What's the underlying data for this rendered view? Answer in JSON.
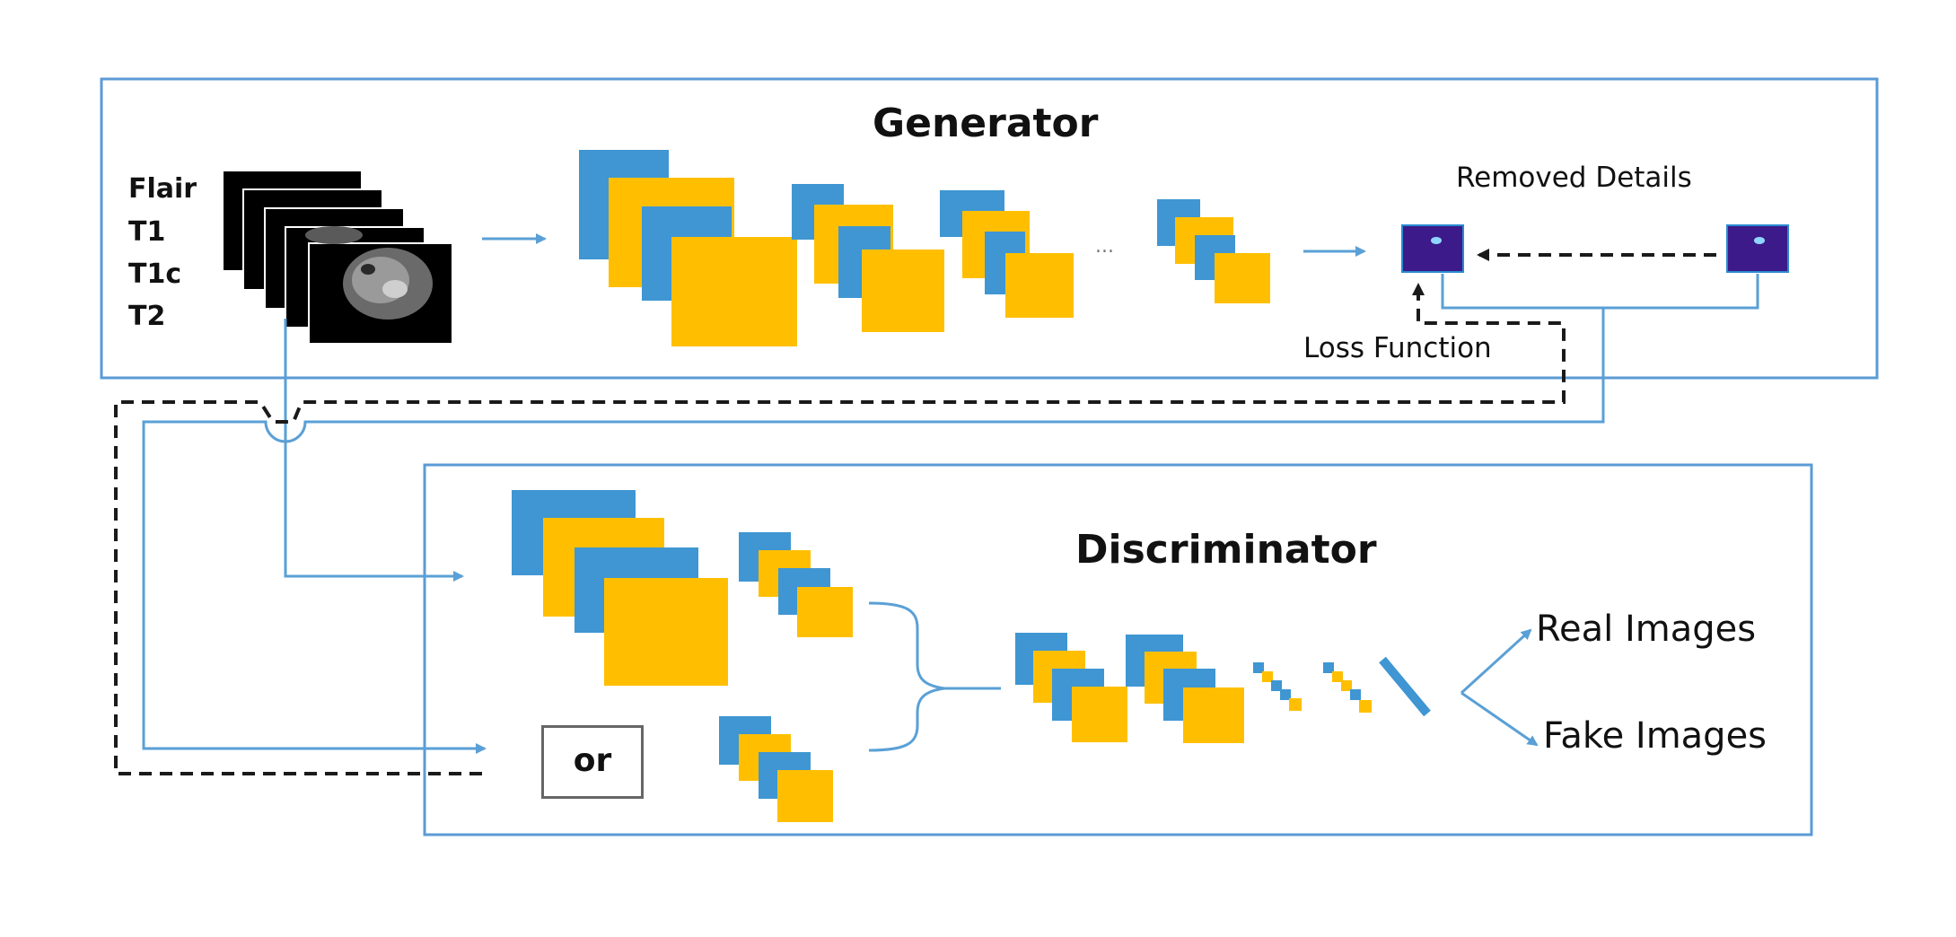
{
  "generator": {
    "title": "Generator"
  },
  "discriminator": {
    "title": "Discriminator"
  },
  "modalities": [
    "Flair",
    "T1",
    "T1c",
    "T2"
  ],
  "labels": {
    "removed_details": "Removed Details",
    "loss_function": "Loss Function",
    "or": "or",
    "real_images": "Real Images",
    "fake_images": "Fake Images",
    "ellipsis": "..."
  },
  "colors": {
    "box_border": "#5b9bd5",
    "layer_blue": "#3f96d2",
    "layer_yellow": "#ffbf00",
    "arrow": "#5aa0d6",
    "dashed": "#1a1a1a",
    "output_patch": "#3d1a8a",
    "mri_background": "#000000"
  }
}
